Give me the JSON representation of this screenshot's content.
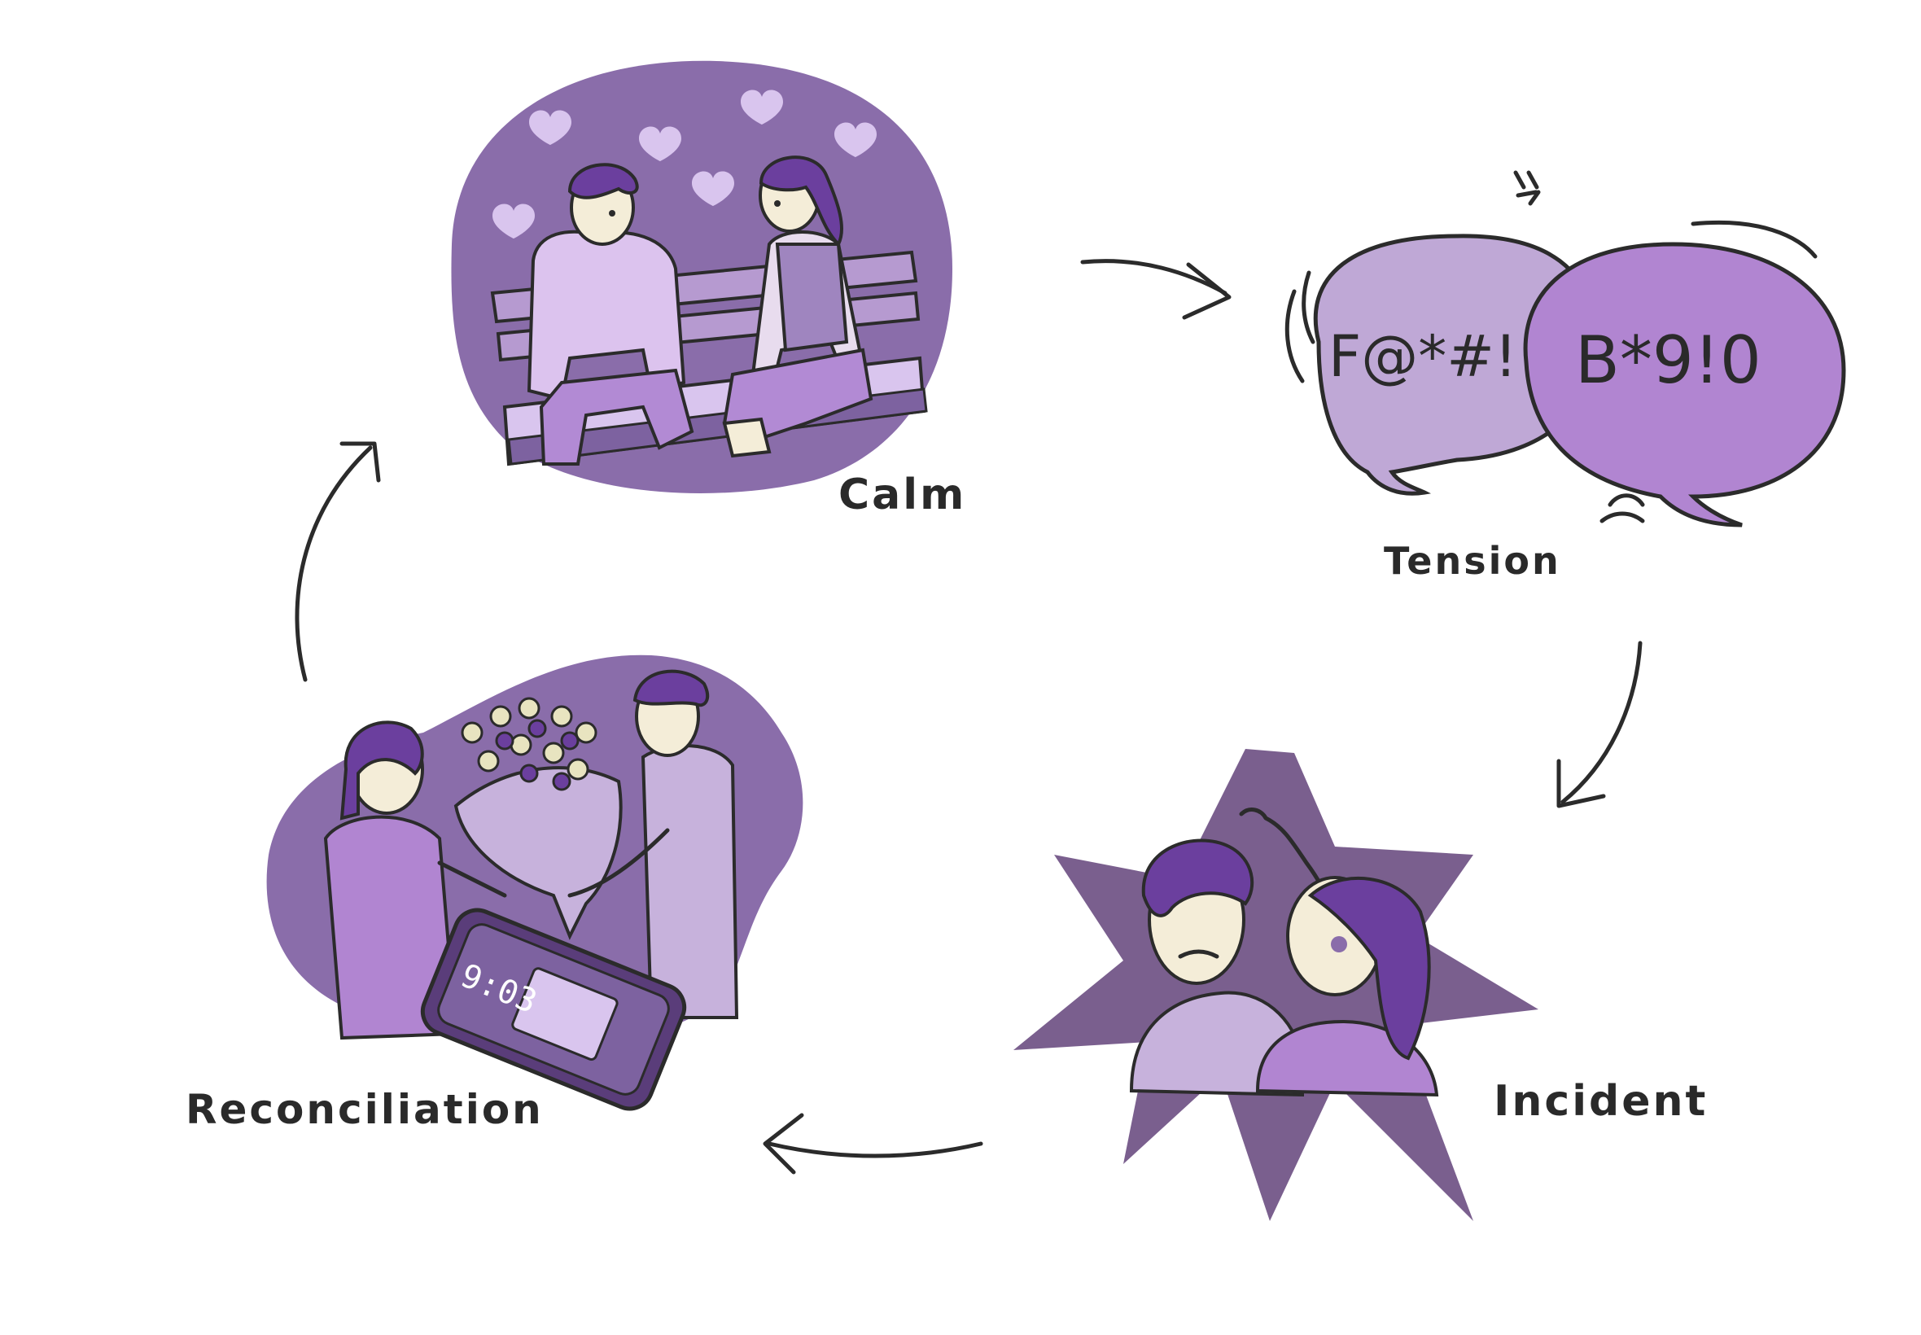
{
  "stages": [
    {
      "id": "calm",
      "label": "Calm"
    },
    {
      "id": "tension",
      "label": "Tension"
    },
    {
      "id": "incident",
      "label": "Incident"
    },
    {
      "id": "reconciliation",
      "label": "Reconciliation"
    }
  ],
  "tension": {
    "bubble_left_text": "F@*#!!",
    "bubble_right_text": "B*9!0"
  },
  "reconciliation": {
    "phone_time": "9:03"
  },
  "colors": {
    "blob_dark": "#8a6daa",
    "blob_mid": "#9a7bbf",
    "purple_light": "#d9c5ee",
    "purple_mid": "#b28ad4",
    "purple_deep": "#6a3fa0",
    "purple_hair": "#6b3f9e",
    "skin": "#f4edd8",
    "ink": "#2b2b2b",
    "star": "#7a5f8e"
  }
}
